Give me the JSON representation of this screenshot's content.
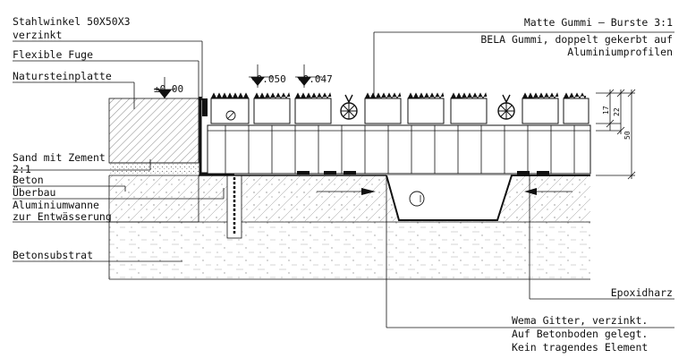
{
  "labels": {
    "stahlwinkel": "Stahlwinkel 50X50X3",
    "verzinkt": "verzinkt",
    "flexible_fuge": "Flexible Fuge",
    "natursteinplatte": "Natursteinplatte",
    "sand_mit_zement": "Sand mit Zement",
    "sand_ratio": "2:1",
    "beton": "Beton",
    "ueberbau": "Überbau",
    "aluminiumwanne": "Aluminiumwanne",
    "zur_entwaesserung": "zur Entwässerung",
    "betonsubstrat": "Betonsubstrat",
    "matte_title": "Matte Gummi – Burste 3:1",
    "matte_desc": "BELA Gummi, doppelt gekerbt auf",
    "matte_desc2": "Aluminiumprofilen",
    "epoxidharz": "Epoxidharz",
    "gitter_title": "Wema Gitter, verzinkt.",
    "gitter_line2": "Auf Betonboden gelegt.",
    "gitter_line3": "Kein tragendes Element"
  },
  "levels": {
    "level_1": "±0.00",
    "level_2": "-0.050",
    "level_3": "-0.047"
  },
  "dimensions": {
    "dim_17": "17",
    "dim_22": "22",
    "dim_50": "50"
  }
}
